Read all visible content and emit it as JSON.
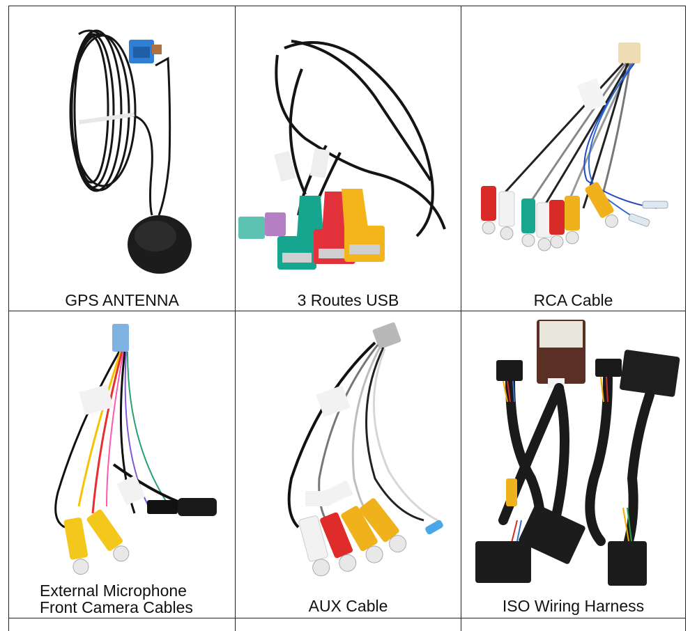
{
  "products": [
    {
      "caption": "GPS ANTENNA",
      "image": "gps-antenna-image"
    },
    {
      "caption": "3 Routes USB",
      "image": "usb-cable-image"
    },
    {
      "caption": "RCA Cable",
      "image": "rca-cable-image"
    },
    {
      "caption_lines": [
        "External Microphone",
        "Front Camera Cables"
      ],
      "image": "mic-camera-cable-image"
    },
    {
      "caption": "AUX Cable",
      "image": "aux-cable-image"
    },
    {
      "caption": "ISO Wiring Harness",
      "image": "iso-harness-image"
    }
  ],
  "colors": {
    "grid": "#222222",
    "cable_black": "#1a1a1a",
    "usb_teal": "#16a58f",
    "usb_red": "#e2333c",
    "usb_yellow": "#f3b51a",
    "rca_white": "#f2f2f2",
    "rca_red": "#d92a2a",
    "rca_yellow": "#f0b21c"
  }
}
